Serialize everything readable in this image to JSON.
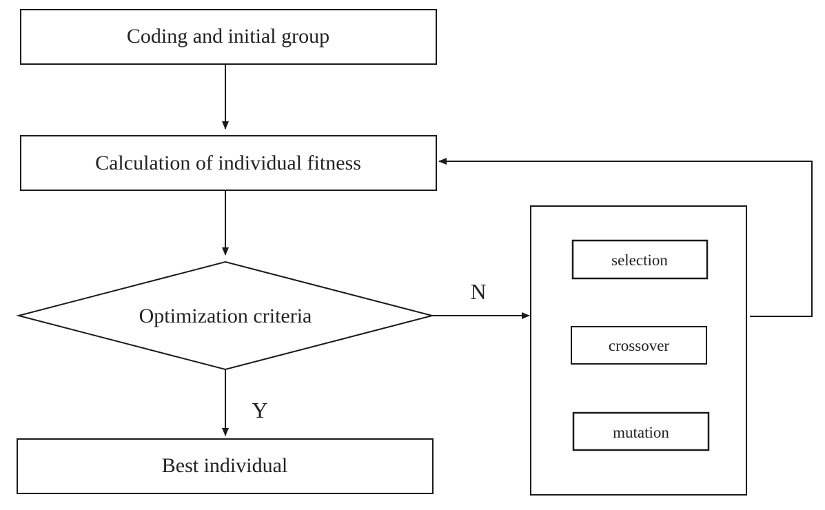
{
  "nodes": {
    "coding": "Coding and initial group",
    "fitness": "Calculation of individual fitness",
    "criteria": "Optimization criteria",
    "best": "Best individual",
    "selection": "selection",
    "crossover": "crossover",
    "mutation": "mutation"
  },
  "edges": {
    "no_label": "N",
    "yes_label": "Y"
  },
  "colors": {
    "stroke": "#1a1a1a",
    "text": "#222222",
    "background": "#ffffff"
  }
}
